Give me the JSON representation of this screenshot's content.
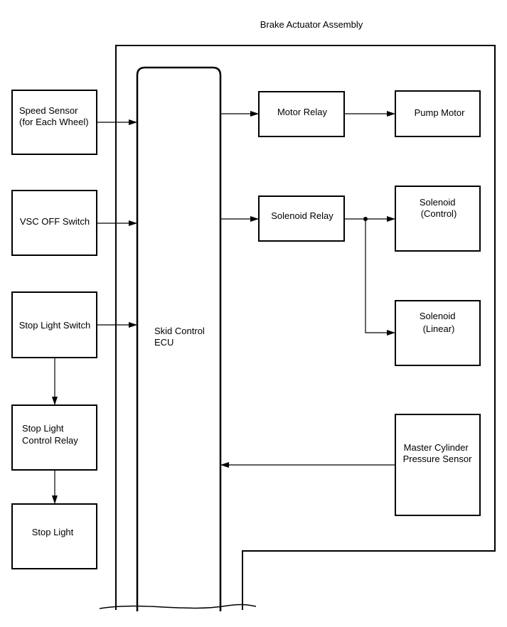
{
  "assembly_label": "Brake Actuator Assembly",
  "ecu": {
    "label_line1": "Skid Control",
    "label_line2": "ECU"
  },
  "inputs": [
    {
      "id": "speed-sensor",
      "lines": [
        "Speed Sensor",
        "(for Each Wheel)"
      ]
    },
    {
      "id": "vsc-off-switch",
      "lines": [
        "VSC OFF Switch"
      ]
    },
    {
      "id": "stop-light-switch",
      "lines": [
        "Stop Light Switch"
      ]
    }
  ],
  "stop_light_chain": [
    {
      "id": "stop-light-control-relay",
      "lines": [
        "Stop Light",
        "Control Relay"
      ]
    },
    {
      "id": "stop-light",
      "lines": [
        "Stop Light"
      ]
    }
  ],
  "actuator_parts": [
    {
      "id": "motor-relay",
      "lines": [
        "Motor Relay"
      ]
    },
    {
      "id": "pump-motor",
      "lines": [
        "Pump Motor"
      ]
    },
    {
      "id": "solenoid-relay",
      "lines": [
        "Solenoid Relay"
      ]
    },
    {
      "id": "solenoid-control",
      "lines": [
        "Solenoid",
        "(Control)"
      ]
    },
    {
      "id": "solenoid-linear",
      "lines": [
        "Solenoid",
        "(Linear)"
      ]
    },
    {
      "id": "master-cylinder-pressure-sensor",
      "lines": [
        "Master Cylinder",
        "Pressure Sensor"
      ]
    }
  ]
}
